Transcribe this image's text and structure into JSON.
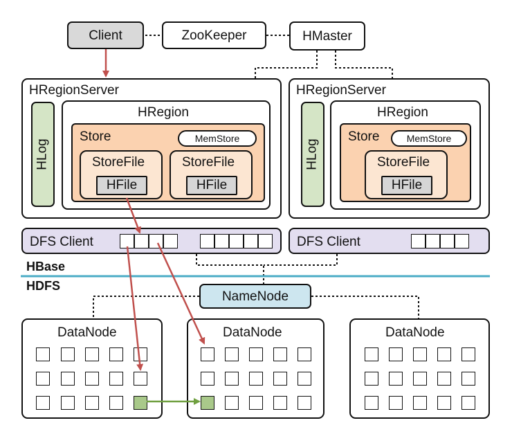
{
  "client_label": "Client",
  "zookeeper_label": "ZooKeeper",
  "hmaster_label": "HMaster",
  "region_servers": [
    {
      "title": "HRegionServer",
      "hlog": "HLog",
      "hregion": "HRegion",
      "store": "Store",
      "memstore": "MemStore",
      "storefiles": [
        {
          "label": "StoreFile",
          "hfile": "HFile"
        },
        {
          "label": "StoreFile",
          "hfile": "HFile"
        }
      ]
    },
    {
      "title": "HRegionServer",
      "hlog": "HLog",
      "hregion": "HRegion",
      "store": "Store",
      "memstore": "MemStore",
      "storefiles": [
        {
          "label": "StoreFile",
          "hfile": "HFile"
        }
      ]
    }
  ],
  "dfs_client_label": "DFS Client",
  "hbase_label": "HBase",
  "hdfs_label": "HDFS",
  "namenode_label": "NameNode",
  "datanodes": [
    {
      "label": "DataNode"
    },
    {
      "label": "DataNode"
    },
    {
      "label": "DataNode"
    }
  ],
  "colors": {
    "arrow_red": "#c0504d",
    "arrow_green": "#70a040",
    "separator_teal": "#4bacc6",
    "client_fill": "#d9d9d9",
    "namenode_fill": "#cde6ef",
    "store_fill": "#fbd2b0",
    "hlog_fill": "#d5e5c6",
    "dfs_fill": "#e3def0",
    "highlight_block": "#a9c98a"
  }
}
